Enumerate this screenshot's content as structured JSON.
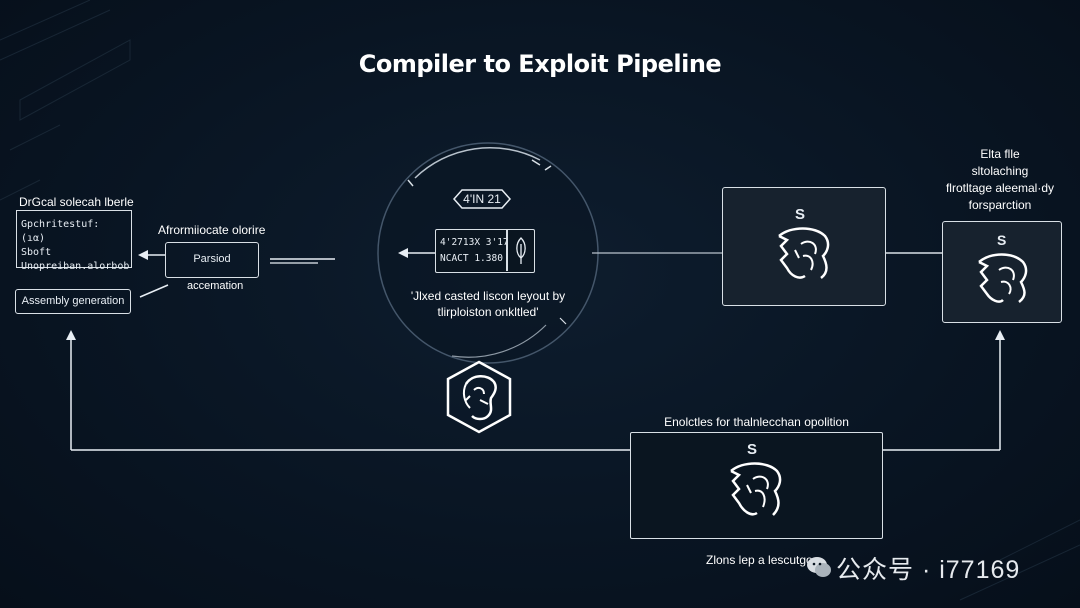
{
  "title": "Compiler to Exploit Pipeline",
  "left": {
    "code_header": "DrGcal solecah lberle",
    "code_lines": [
      "Gpchritestuf: (ıα)",
      "Sboft",
      "Unopreiban.alorbob"
    ],
    "assembly": "Assembly generation",
    "parse_caption": "Afrormiiocate olorire",
    "parse_label": "Parsiod",
    "parse_sub": "accemation"
  },
  "center": {
    "top_tag": "4'ΙΝ  21",
    "code_line1": "4'2713Χ 3'17",
    "code_line2": "ΝCΑCΤ 1.380",
    "caption_line1": "'Jlxed casted liscon leyout by",
    "caption_line2": "tlirploiston onkltled'"
  },
  "right": {
    "panel_letter": "S",
    "final_letter": "S",
    "final_line1": "Elta flle",
    "final_line2": "sltolaching",
    "final_line3": "flrotltage aleemal·dy",
    "final_line4": "forsparction"
  },
  "bottom": {
    "caption": "Enolctles for thalnlecchan opolition",
    "letter": "S",
    "sub": "Zlons lep a lescutgo"
  },
  "watermark": "公众号 · i77169",
  "colors": {
    "background": "#091523",
    "stroke": "#d9e0e6",
    "panel": "#17222e"
  },
  "icons": [
    "head-profile-icon",
    "head-hexagon-icon",
    "feather-icon",
    "chat-bubble-icon"
  ]
}
